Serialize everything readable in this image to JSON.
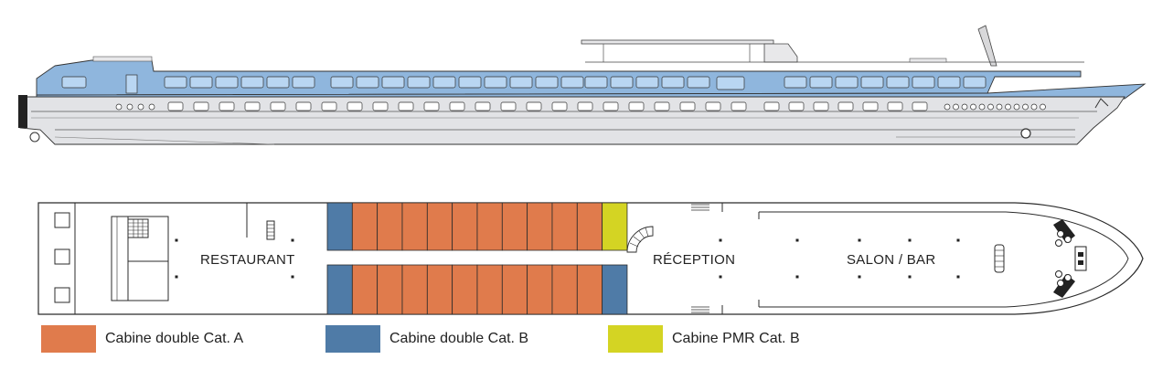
{
  "deck_plan": {
    "areas": {
      "restaurant": "RESTAURANT",
      "reception": "RÉCEPTION",
      "salon_bar": "SALON / BAR"
    },
    "cabins": {
      "top_row": [
        "B",
        "A",
        "A",
        "A",
        "A",
        "A",
        "A",
        "A",
        "A",
        "A",
        "A",
        "PMR"
      ],
      "bottom_row": [
        "B",
        "A",
        "A",
        "A",
        "A",
        "A",
        "A",
        "A",
        "A",
        "A",
        "A",
        "B"
      ]
    }
  },
  "legend": [
    {
      "label": "Cabine double Cat. A",
      "color": "#e07b4c"
    },
    {
      "label": "Cabine double Cat. B",
      "color": "#4f7ba7"
    },
    {
      "label": "Cabine PMR Cat. B",
      "color": "#d4d423"
    }
  ],
  "colors": {
    "cat_a": "#e07b4c",
    "cat_b": "#4f7ba7",
    "pmr": "#d4d423",
    "hull_light": "#dcdde0",
    "glass": "#8fb6dd",
    "window": "#b9d6f2",
    "outline": "#2b2b2b"
  }
}
